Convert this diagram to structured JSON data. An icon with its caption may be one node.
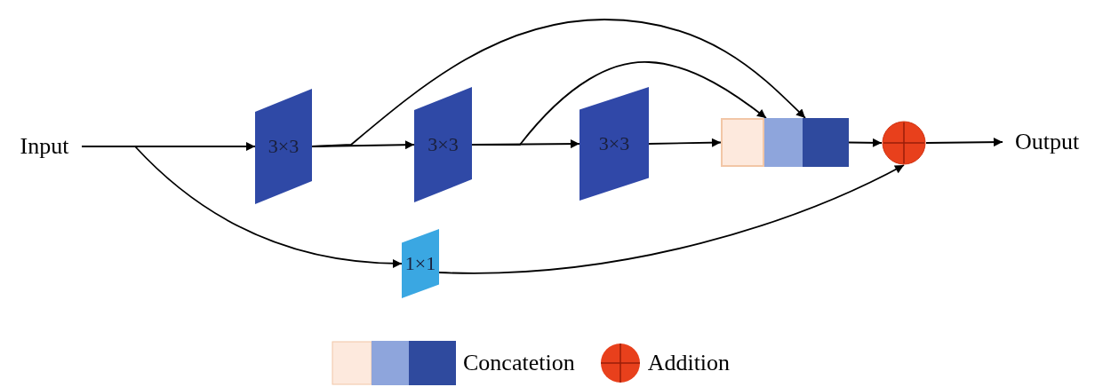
{
  "diagram": {
    "nodes": [
      {
        "text": [
          "Input"
        ]
      },
      {
        "text": [
          "3×3"
        ]
      },
      {
        "text": [
          "3×3"
        ]
      },
      {
        "text": [
          "3×3"
        ]
      },
      {
        "text": [],
        "shape": "box"
      },
      {
        "text": [],
        "shape": "box"
      },
      {
        "text": [],
        "shape": "box"
      },
      {
        "text": [],
        "shape": "circle"
      },
      {
        "text": [
          "Output"
        ]
      },
      {
        "text": [
          "1×1"
        ]
      }
    ],
    "edges": [
      {
        "from": 0,
        "to": 1,
        "arrow": "to"
      },
      {
        "from": 1,
        "to": 2,
        "arrow": "to"
      },
      {
        "from": 2,
        "to": 3,
        "arrow": "to"
      },
      {
        "from": 3,
        "to": 4,
        "arrow": "to"
      },
      {
        "from": 2,
        "to": 5,
        "arrow": "to"
      },
      {
        "from": 1,
        "to": 6,
        "arrow": "to"
      },
      {
        "from": 6,
        "to": 7,
        "arrow": "to"
      },
      {
        "from": 7,
        "to": 8,
        "arrow": "to"
      },
      {
        "from": 0,
        "to": 9,
        "arrow": "to"
      },
      {
        "from": 9,
        "to": 7,
        "arrow": "to"
      }
    ],
    "legend": [
      {
        "text": "Concatetion"
      },
      {
        "text": "Addition"
      }
    ]
  }
}
